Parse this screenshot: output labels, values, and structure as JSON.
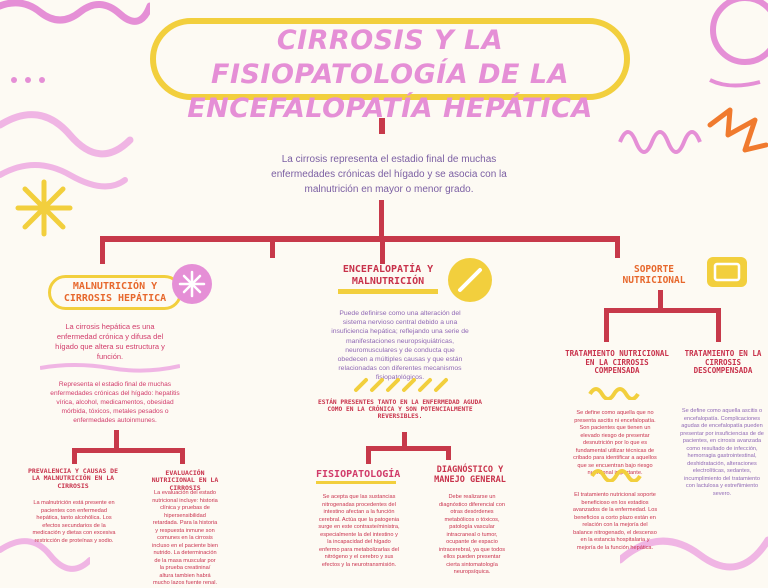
{
  "title": {
    "line1": "CIRROSIS Y LA FISIOPATOLOGÍA DE LA",
    "line2": "ENCEFALOPATÍA HEPÁTICA"
  },
  "intro": "La cirrosis representa el estadio final de muchas enfermedades crónicas del hígado y se asocia con la malnutrición en mayor o menor grado.",
  "left": {
    "heading": "MALNUTRICIÓN Y CIRROSIS HEPÁTICA",
    "paragraph1": "La cirrosis hepática es una enfermedad crónica y difusa del hígado que altera su estructura y función.",
    "paragraph2": "Representa el estadio final de muchas enfermedades crónicas del hígado: hepatitis vírica, alcohol, medicamentos, obesidad mórbida, tóxicos, metales pesados o enfermedades autoinmunes.",
    "sub1_heading": "PREVALENCIA Y CAUSAS DE LA MALNUTRICIÓN EN LA CIRROSIS",
    "sub1_text": "La malnutrición está presente en pacientes con enfermedad hepática, tanto alcohólica. Los efectos secundarios de la medicación y dietas con excesiva restricción de proteínas y sodio.",
    "sub2_heading": "EVALUACIÓN NUTRICIONAL EN LA CIRROSIS",
    "sub2_text": "La evaluación del estado nutricional incluye: historia clínica y pruebas de hipersensibilidad retardada. Para la historia y respuesta inmune son comunes en la cirrosis incluso en el paciente bien nutrido. La determinación de la masa muscular por la prueba creatinina/ altura tambien habrá mucho lazos fuente renal."
  },
  "middle": {
    "heading": "ENCEFALOPATÍA Y MALNUTRICIÓN",
    "paragraph": "Puede definirse como una alteración del sistema nervioso central debido a una insuficiencia hepática; reflejando una serie de manifestaciones neuropsiquiátricas, neuromusculares y de conducta que obedecen a múltiples causas y que están relacionadas con diferentes mecanismos fisiopatológicos.",
    "note": "ESTÁN PRESENTES TANTO EN LA ENFERMEDAD AGUDA COMO EN LA CRÓNICA Y SON POTENCIALMENTE REVERSIBLES.",
    "sub1_heading": "FISIOPATOLOGÍA",
    "sub1_text": "Se acepta que las sustancias nitrogenadas procedentes del intestino afectan a la función cerebral. Actúa que la patogenia surge en este contraste/ministra, especialmente la del intestino y la incapacidad del hígado enfermo para metabolizarlas del nitrógeno y el cerebro y sus efectos y la neurotransmisión.",
    "sub2_heading": "DIAGNÓSTICO Y MANEJO GENERAL",
    "sub2_text": "Debe realizarse un diagnóstico diferencial con otras desórdenes metabólicos o tóxicos, patología vascular intracraneal o tumor, ocupante de espacio intracerebral, ya que todos ellos pueden presentar cierta sintomatología neuropsíquica."
  },
  "right": {
    "heading": "SOPORTE NUTRICIONAL",
    "sub1_heading": "TRATAMIENTO NUTRICIONAL EN LA CIRROSIS COMPENSADA",
    "sub1_text": "Se define como aquella que no presenta ascitis ni encefalopatía. Son pacientes que tienen un elevado riesgo de presentar desnutrición por lo que es fundamental utilizar técnicas de cribado para identificar a aquellos que se encuentran bajo riesgo nutricional importante.",
    "sub1_text2": "El tratamiento nutricional soporte beneficioso en los estadios avanzados de la enfermedad. Los beneficios a corto plazo están en relación con la mejoría del balance nitrogenado, el descenso en la estancia hospitalaria y mejoría de la función hepática.",
    "sub2_heading": "TRATAMIENTO EN LA CIRROSIS DESCOMPENSADA",
    "sub2_text": "Se define como aquella ascitis o encefalopatía. Complicaciones agudas de encefalopatía pueden presentar por insuficiencias de de pacientes, en cirrosis avanzada como resultado de infección, hemorragia gastrointestinal, deshidratación, alteraciones electrolíticas, sedantes, incumplimiento del tratamiento con lactulosa y estreñimiento severo."
  },
  "colors": {
    "title": "#e58fd6",
    "yellow": "#f2cf3d",
    "red": "#c7394a",
    "pink": "#e58fd6",
    "orange": "#f07a2e",
    "violet": "#7b5fa3"
  },
  "icons": [
    "sparkle-icon",
    "pencil-icon",
    "card-icon"
  ]
}
